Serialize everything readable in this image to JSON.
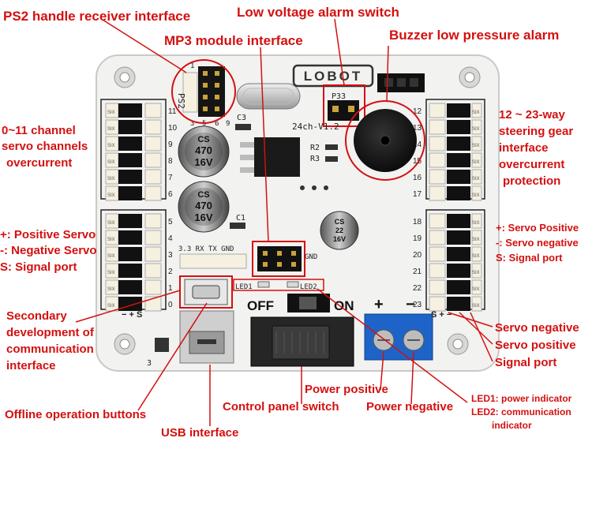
{
  "board": {
    "logo": "LOBOT",
    "version": "24ch-V1.2",
    "ps2_silk": "PS2",
    "ps2_pins": [
      "1",
      "3",
      "5",
      "6",
      "9"
    ],
    "p33": "P33",
    "c3": "C3",
    "c1": "C1",
    "r2": "R2",
    "r3": "R3",
    "cap1": [
      "CS",
      "470",
      "16V"
    ],
    "cap2": [
      "CS",
      "470",
      "16V"
    ],
    "cap3": [
      "CS",
      "22",
      "16V"
    ],
    "uart": "3.3 RX TX GND",
    "gnd": "GND",
    "led1": "LED1",
    "led2": "LED2",
    "off": "OFF",
    "on": "ON",
    "plus": "+",
    "minus": "−",
    "left_numbers": [
      "11",
      "10",
      "9",
      "8",
      "7",
      "6",
      "5",
      "4",
      "3",
      "2",
      "1",
      "0"
    ],
    "right_numbers": [
      "12",
      "13",
      "14",
      "15",
      "16",
      "17",
      "18",
      "19",
      "20",
      "21",
      "22",
      "23"
    ],
    "pin_legend_left": "− + S",
    "pin_legend_right": "S + −",
    "three": "3",
    "servo_tag": "SIX"
  },
  "labels": {
    "ps2": "PS2 handle receiver interface",
    "mp3": "MP3 module interface",
    "low_voltage": "Low voltage alarm switch",
    "buzzer": "Buzzer low pressure alarm",
    "left_channels": [
      "0~11 channel",
      "servo channels",
      "overcurrent"
    ],
    "right_channels": [
      "12 ~ 23-way",
      "steering gear",
      "interface",
      "overcurrent",
      "protection"
    ],
    "left_pins": [
      "+: Positive Servo",
      "-: Negative Servo",
      "S: Signal port"
    ],
    "right_pins": [
      "+: Servo Positive",
      "-: Servo negative",
      "S: Signal port"
    ],
    "secondary": [
      "Secondary",
      "development of",
      "communication",
      "interface"
    ],
    "offline": "Offline operation buttons",
    "usb": "USB interface",
    "control_switch": "Control panel switch",
    "power_positive": "Power positive",
    "power_negative": "Power negative",
    "servo_negative": "Servo negative",
    "servo_positive": "Servo positive",
    "signal_port": "Signal port",
    "led_notes": [
      "LED1: power indicator",
      "LED2: communication",
      "indicator"
    ]
  },
  "colors": {
    "board": "#f2f2f0",
    "header": "#111111",
    "label": "#d41010",
    "terminal": "#1e64c8"
  }
}
